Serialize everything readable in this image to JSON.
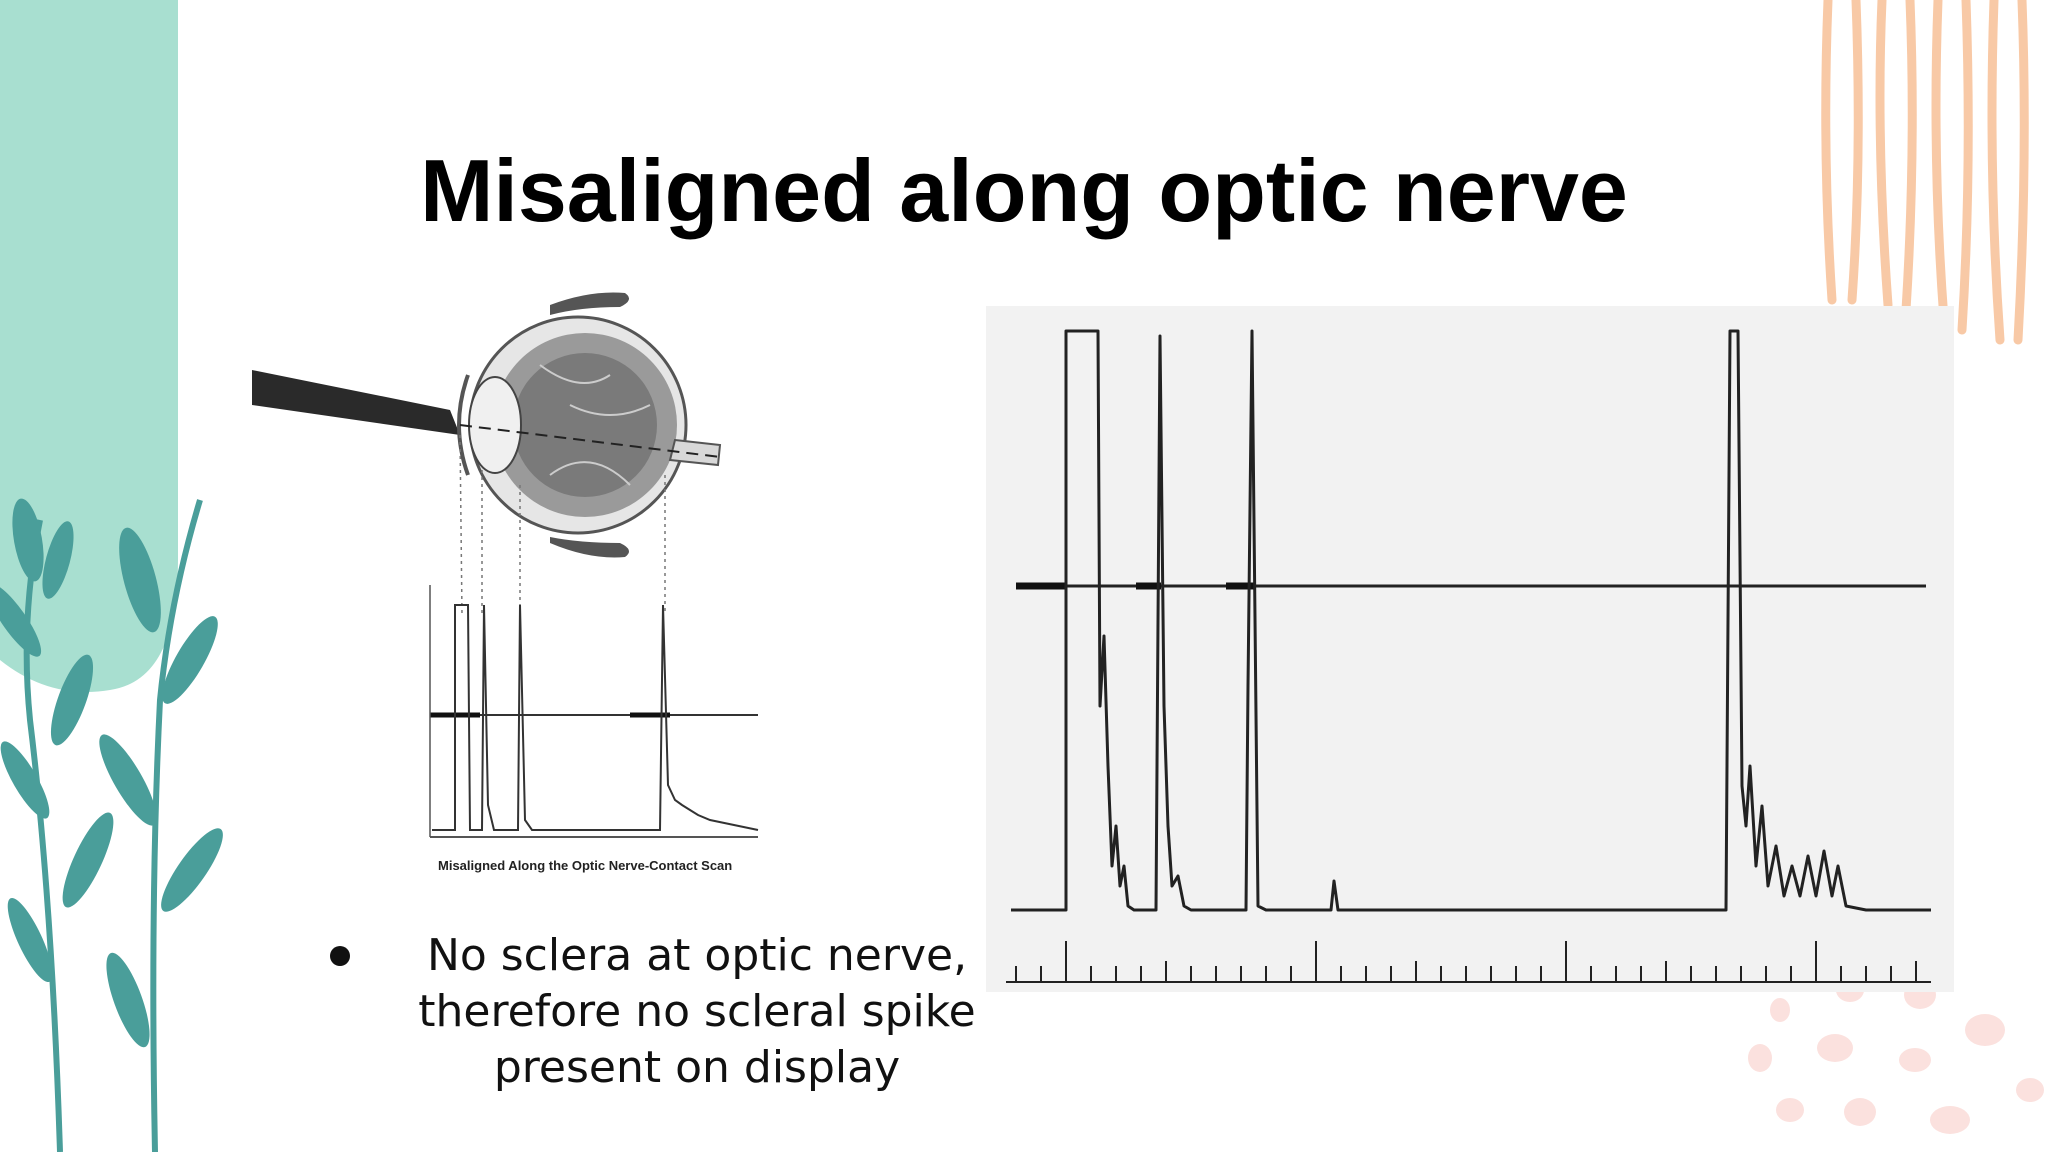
{
  "slide": {
    "title": "Misaligned along optic nerve",
    "bullets": [
      "No sclera at optic nerve, therefore no scleral spike present on display"
    ]
  },
  "figure_left": {
    "caption": "Misaligned Along the Optic Nerve-Contact Scan"
  },
  "colors": {
    "teal_blob": "#a8dfd0",
    "leaf": "#4a9e9a",
    "peach_stripes": "#f8c9a6",
    "pink_dots": "#fbe1de",
    "scan_bg": "#f2f2f2"
  }
}
